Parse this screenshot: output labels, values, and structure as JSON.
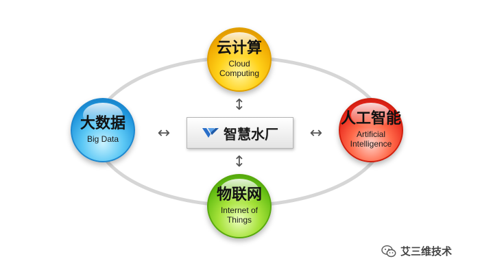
{
  "diagram": {
    "center": {
      "label": "智慧水厂",
      "icon": "v-logo-icon"
    },
    "nodes": {
      "top": {
        "zh": "云计算",
        "en": "Cloud\nComputing"
      },
      "left": {
        "zh": "大数据",
        "en": "Big Data"
      },
      "right": {
        "zh": "人工智能",
        "en": "Artificial\nIntelligence"
      },
      "bottom": {
        "zh": "物联网",
        "en": "Internet of\nThings"
      }
    },
    "arrows": {
      "vertical": "↕",
      "horizontal": "↔"
    },
    "colors": {
      "cloud": "#ffd21a",
      "bigdata": "#1f95dc",
      "ai": "#e8261a",
      "iot": "#62bd12",
      "ring": "#d6d6d6",
      "logo": "#2a6fc9"
    }
  },
  "watermark": {
    "icon": "wechat-icon",
    "text": "艾三维技术"
  }
}
